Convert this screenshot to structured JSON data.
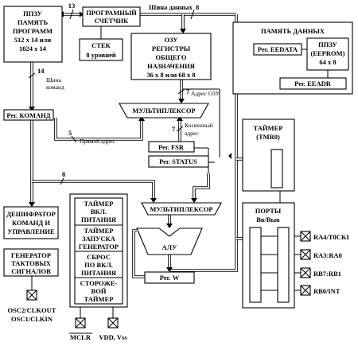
{
  "program_memory": {
    "l1": "ППЗУ",
    "l2": "ПАМЯТЬ",
    "l3": "ПРОГРАММ",
    "l4": "512 x 14 или",
    "l5": "1024 x 14"
  },
  "program_counter": {
    "l1": "ПРОГРАМНЫЙ",
    "l2": "СЧЕТЧИК"
  },
  "stack": {
    "l1": "СТЕК",
    "l2": "8 уровней"
  },
  "ram": {
    "l1": "ОЗУ",
    "l2": "РЕГИСТРЫ",
    "l3": "ОБЩЕГО",
    "l4": "НАЗНАЧЕНИЯ",
    "l5": "36 x 8 или 68 x 8"
  },
  "data_memory": {
    "title": "ПАМЯТЬ ДАННЫХ",
    "eedata": "Рег. EEDATA",
    "eeadr": "Рег. EEADR",
    "eeprom_l1": "ППЗУ",
    "eeprom_l2": "(EEPROM)",
    "eeprom_l3": "64 x 8"
  },
  "labels": {
    "bus_13": "13",
    "data_bus": "Шина данных",
    "data_bus_width": "8",
    "bus_14": "14",
    "cmd_bus_l1": "Шина",
    "cmd_bus_l2": "команд",
    "bus_7a": "7",
    "ram_addr": "Адрес ОЗУ",
    "bus_5": "5",
    "direct_addr": "Прямой адрес",
    "bus_7b": "7",
    "indirect_l1": "Косвенный",
    "indirect_l2": "адрес",
    "bus_8": "8"
  },
  "instruction_reg": "Рег. КОМАНД",
  "mux_top": "МУЛЬТИПЛЕКСОР",
  "fsr": "Рег. FSR",
  "status": "Рег. STATUS",
  "timer": {
    "l1": "ТАЙМЕР",
    "l2": "(TMR0)"
  },
  "decoder": {
    "l1": "ДЕШИФРАТОР",
    "l2": "КОМАНД И",
    "l3": "УПРАВЛЕНИЕ"
  },
  "clock_gen": {
    "l1": "ГЕНЕРАТОР",
    "l2": "ТАКТОВЫХ",
    "l3": "СИГНАЛОВ"
  },
  "timers_block": {
    "t1": "ТАЙМЕР",
    "t2": "ВКЛ.",
    "t3": "ПИТАНИЯ",
    "t4": "ТАЙМЕР",
    "t5": "ЗАПУСКА",
    "t6": "ГЕНЕРАТОР",
    "t7": "СБРОС",
    "t8": "ПО ВКЛ.",
    "t9": "ПИТАНИЯ",
    "t10": "СТОРОЖЕ-",
    "t11": "ВОЙ",
    "t12": "ТАЙМЕР"
  },
  "mux_bottom": "МУЛЬТИПЛЕКСОР",
  "alu": "АЛУ",
  "w_reg": "Рег. W",
  "ports": {
    "l1": "ПОРТЫ",
    "l2": "Вв/Выв",
    "ra4": "RA4/T0CKI",
    "ra3": "RA3:RA0",
    "rb7": "RB7:RB1",
    "rb0": "RB0/INT"
  },
  "osc": {
    "l1": "OSC2/CLKOUT",
    "l2": "OSC1/CLKIN"
  },
  "mclr": "MCLR",
  "power": "VDD, Vss"
}
